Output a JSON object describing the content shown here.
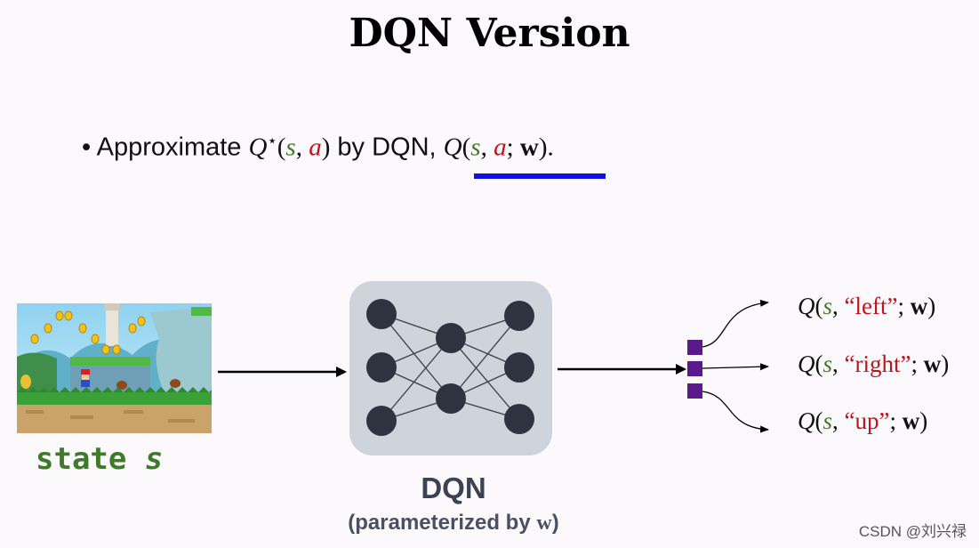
{
  "title": "DQN Version",
  "bullet": {
    "symbol": "•",
    "prefix": "Approximate ",
    "q_star": "Q",
    "star": "⋆",
    "open": "(",
    "s": "s",
    "comma": ", ",
    "a": "a",
    "close": ")",
    "middle": " by DQN, ",
    "q": "Q",
    "semi": "; ",
    "w": "w",
    "end": ")."
  },
  "state_label": {
    "text": "state ",
    "var": "s"
  },
  "dqn": {
    "name": "DQN",
    "subtitle_prefix": "(parameterized by ",
    "w": "w",
    "subtitle_suffix": ")"
  },
  "outputs": [
    {
      "q": "Q",
      "s": "s",
      "action": "“left”",
      "w": "w"
    },
    {
      "q": "Q",
      "s": "s",
      "action": "“right”",
      "w": "w"
    },
    {
      "q": "Q",
      "s": "s",
      "action": "“up”",
      "w": "w"
    }
  ],
  "watermark": "CSDN @刘兴禄",
  "colors": {
    "state_green": "#3d7a2a",
    "action_red": "#c0141c",
    "underline_blue": "#1010e0",
    "output_purple": "#5b1a8c",
    "dqn_box": "#cfd3dc",
    "node_dark": "#2f3340"
  },
  "icons": {
    "state_image": "mario-game-screenshot",
    "network": "neural-network-icon"
  }
}
